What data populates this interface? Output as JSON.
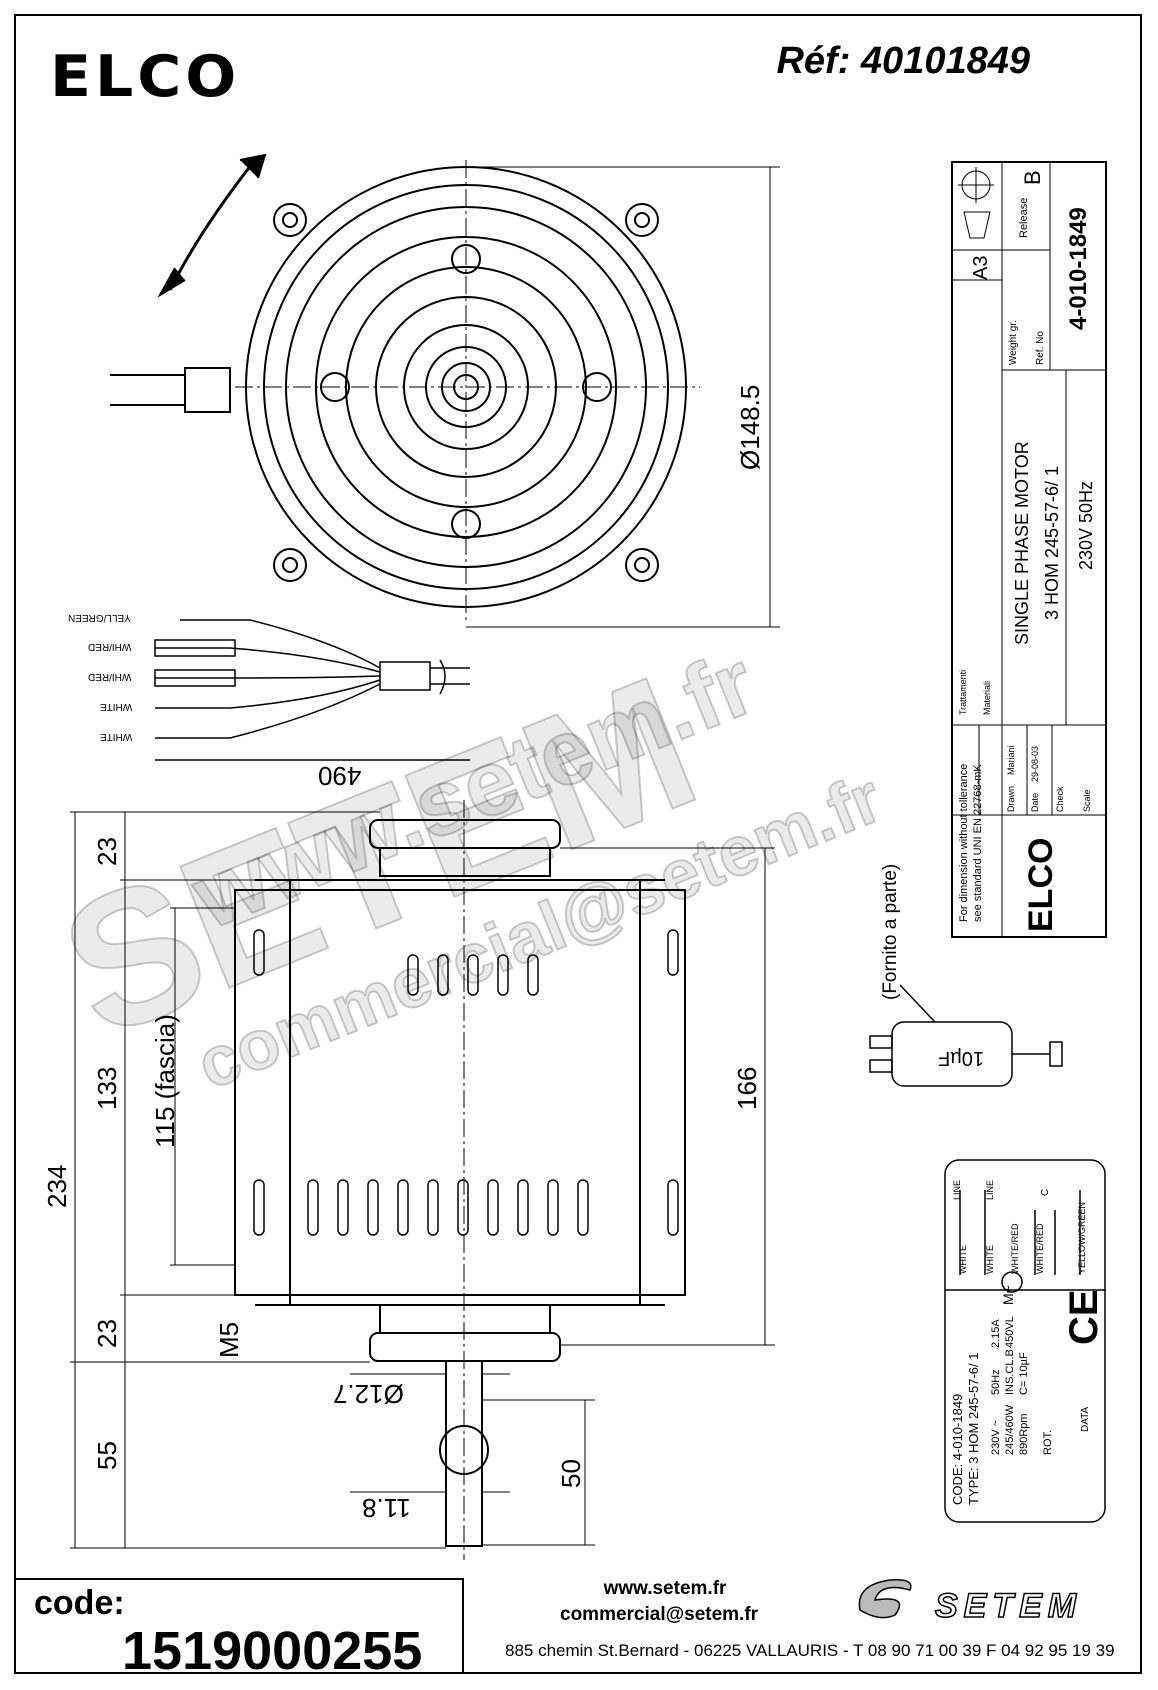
{
  "header": {
    "brand_logo": "ELCO",
    "reference": "Réf: 40101849"
  },
  "drawing": {
    "diameter_label": "Ø148.5",
    "cable_length": "490",
    "wires": [
      "YELL/GREEN",
      "WHI/RED",
      "WHI/RED",
      "WHITE",
      "WHITE"
    ],
    "dims": {
      "d23_top": "23",
      "d133": "133",
      "d115": "115 (fascia)",
      "d234": "234",
      "d23_bottom": "23",
      "d55": "55",
      "d166": "166",
      "d50": "50",
      "d12_7": "Ø12.7",
      "d11_8": "11.8",
      "m5": "M5"
    },
    "capacitor": {
      "label": "10µF",
      "note": "(Fornito a parte)"
    }
  },
  "title_block": {
    "sheet_size": "A3",
    "release_label": "Release",
    "release_value": "B",
    "weight_label": "Weight gr.",
    "ref_no_label": "Ref. No",
    "drawing_number": "4-010-1849",
    "description_1": "SINGLE PHASE MOTOR",
    "description_2": "3 HOM 245-57-6/ 1",
    "description_3": "230V    50Hz",
    "treatment_label": "Trattamenti",
    "material_label": "Materiali",
    "tolerance_1": "For dimension without tollerance",
    "tolerance_2": "see standard UNI EN 22768-mK",
    "drawn_label": "Drawn",
    "drawn_value": "Mariani",
    "date_label": "Date",
    "date_value": "29-08-03",
    "check_label": "Check",
    "scale_label": "Scale",
    "logo": "ELCO"
  },
  "nameplate": {
    "code": "CODE: 4-010-1849",
    "type": "TYPE: 3 HOM 245-57-6/ 1",
    "voltage": "230V ~",
    "freq": "50Hz",
    "current": "2.15A",
    "power": "245/460W",
    "insulation": "INS.CL.B",
    "cap_voltage": "450VL",
    "rpm": "890Rpm",
    "capacitance": "C= 10µF",
    "rot": "ROT.",
    "data": "DATA",
    "ce": "CE",
    "motor_symbol": "M~",
    "wiring": [
      "WHITE",
      "WHITE",
      "WHITE/RED",
      "WHITE/RED",
      "YELLOW/GREEN"
    ],
    "line_1": "LINE",
    "line_2": "LINE",
    "c_label": "C"
  },
  "footer": {
    "code_label": "code:",
    "code_value": "1519000255",
    "website": "www.setem.fr",
    "email": "commercial@setem.fr",
    "address": "885 chemin St.Bernard  -  06225 VALLAURIS  -  T 08 90 71 00 39   F 04 92 95 19 39",
    "brand": "SETEM"
  },
  "watermarks": {
    "web": "www.setem.fr",
    "brand": "SETEM",
    "mail": "commercial@setem.fr"
  }
}
